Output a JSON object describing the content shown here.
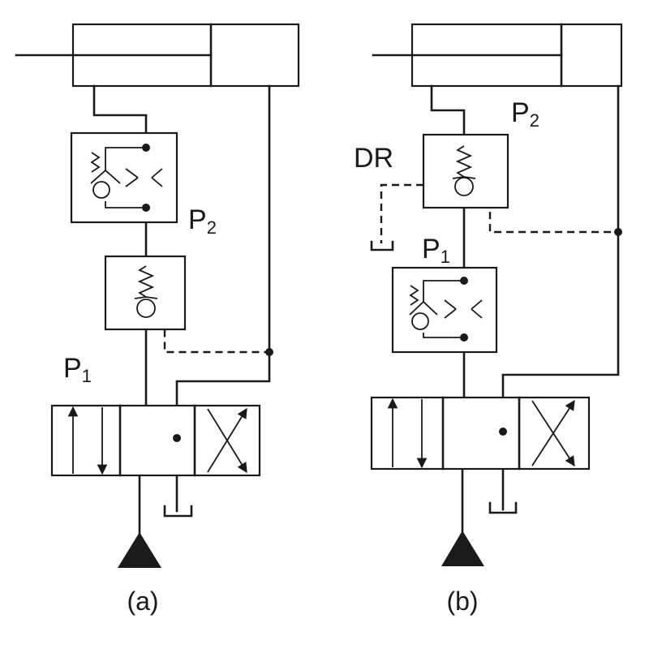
{
  "diagrams": [
    {
      "caption": "(a)",
      "labels": {
        "p1_main": "P",
        "p1_sub": "1",
        "p2_main": "P",
        "p2_sub": "2"
      }
    },
    {
      "caption": "(b)",
      "labels": {
        "dr": "DR",
        "p1_main": "P",
        "p1_sub": "1",
        "p2_main": "P",
        "p2_sub": "2"
      }
    }
  ]
}
